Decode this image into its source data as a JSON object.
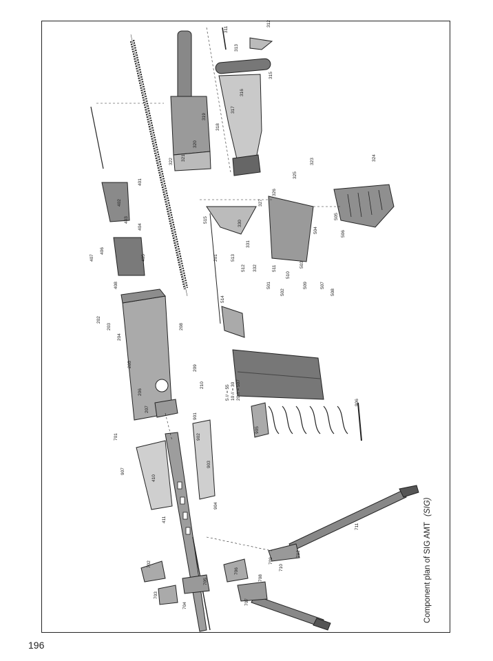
{
  "caption": {
    "title": "Component plan of SIG AMT",
    "maker": "(SIG)"
  },
  "page_number": "196",
  "magazine_text": [
    "5 // = 55",
    "10 // = 30",
    "20 // = 507"
  ],
  "part_numbers": [
    "311",
    "312",
    "313",
    "315",
    "316",
    "317",
    "318",
    "319",
    "320",
    "321",
    "322",
    "323",
    "324",
    "325",
    "326",
    "327",
    "330",
    "331",
    "332",
    "501",
    "502",
    "503",
    "504",
    "505",
    "506",
    "507",
    "508",
    "509",
    "510",
    "511",
    "512",
    "513",
    "514",
    "515",
    "201",
    "202",
    "203",
    "204",
    "205",
    "206",
    "207",
    "208",
    "209",
    "210",
    "401",
    "402",
    "403",
    "404",
    "405",
    "406",
    "407",
    "408",
    "410",
    "411",
    "901",
    "902",
    "903",
    "904",
    "905",
    "906",
    "907",
    "701",
    "702",
    "703",
    "704",
    "705",
    "706",
    "707",
    "708",
    "709",
    "710",
    "711",
    "712"
  ]
}
